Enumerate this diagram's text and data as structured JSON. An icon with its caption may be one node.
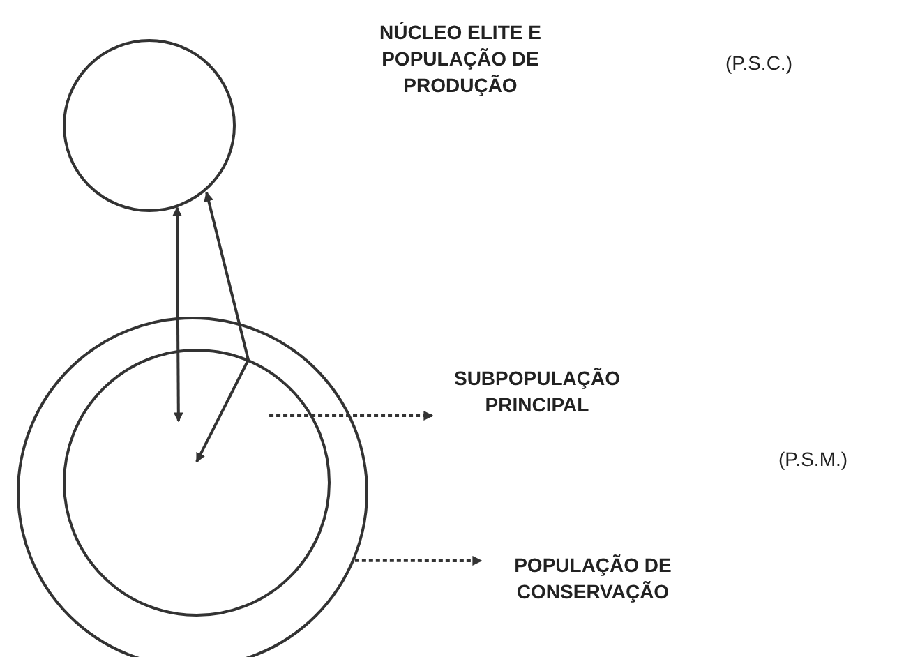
{
  "diagram": {
    "nodes": [
      {
        "text": [],
        "shape": "circle"
      },
      {
        "text": [],
        "shape": "circle"
      },
      {
        "text": [],
        "shape": "circle",
        "in": 1
      },
      {
        "text": [
          "SUBPOPULAÇÃO PRINCIPAL"
        ]
      },
      {
        "text": [
          "POPULAÇÃO DE CONSERVAÇÃO"
        ]
      }
    ],
    "edges": [
      {
        "from": 0,
        "to": 2,
        "arrow": "both"
      },
      {
        "from": 0,
        "to": 2,
        "arrow": "both"
      },
      {
        "from": 2,
        "to": 3,
        "arrow": "to",
        "style": "dashed"
      },
      {
        "from": 1,
        "to": 4,
        "arrow": "to",
        "style": "dashed"
      }
    ],
    "labels": [
      "NÚCLEO ELITE E POPULAÇÃO DE PRODUÇÃO",
      "(P.S.C.)",
      "(P.S.M.)"
    ]
  }
}
